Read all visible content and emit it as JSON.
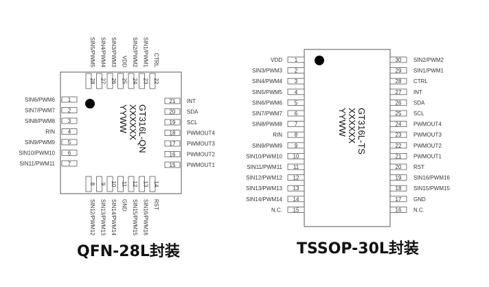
{
  "qfn": {
    "caption": "QFN-28L封装",
    "marking": [
      "GT316L-QN",
      "XXXXXX",
      "YYWW"
    ],
    "left_pins": [
      {
        "num": "1",
        "label": "SIN6/PWM6"
      },
      {
        "num": "2",
        "label": "SIN7/PWM7"
      },
      {
        "num": "3",
        "label": "SIN8/PWM8"
      },
      {
        "num": "4",
        "label": "RIN"
      },
      {
        "num": "5",
        "label": "SIN9/PWM9"
      },
      {
        "num": "6",
        "label": "SIN10/PWM10"
      },
      {
        "num": "7",
        "label": "SIN11/PWM11"
      }
    ],
    "bottom_pins": [
      {
        "num": "8",
        "label": "SIN12/PWM12"
      },
      {
        "num": "9",
        "label": "SIN13/PWM13"
      },
      {
        "num": "10",
        "label": "SIN14/PWM14"
      },
      {
        "num": "11",
        "label": "GND"
      },
      {
        "num": "12",
        "label": "SIN15/PWM15"
      },
      {
        "num": "13",
        "label": "SIN16/PWM16"
      },
      {
        "num": "14",
        "label": "RST"
      }
    ],
    "right_pins": [
      {
        "num": "21",
        "label": "INT"
      },
      {
        "num": "20",
        "label": "SDA"
      },
      {
        "num": "19",
        "label": "SCL"
      },
      {
        "num": "18",
        "label": "PWMOUT4"
      },
      {
        "num": "17",
        "label": "PWMOUT3"
      },
      {
        "num": "16",
        "label": "PWMOUT2"
      },
      {
        "num": "15",
        "label": "PWMOUT1"
      }
    ],
    "top_pins": [
      {
        "num": "28",
        "label": "SIN5/PWM5"
      },
      {
        "num": "27",
        "label": "SIN4/PWM4"
      },
      {
        "num": "26",
        "label": "SIN3/PWM3"
      },
      {
        "num": "25",
        "label": "VDD"
      },
      {
        "num": "24",
        "label": "SIN2/PWM2"
      },
      {
        "num": "23",
        "label": "SIN1/PWM1"
      },
      {
        "num": "22",
        "label": "CTRL"
      }
    ]
  },
  "tssop": {
    "caption": "TSSOP-30L封装",
    "marking": [
      "GT316L-TS",
      "XXXXXX",
      "YYWW"
    ],
    "left_pins": [
      {
        "num": "1",
        "label": "VDD"
      },
      {
        "num": "2",
        "label": "SIN3/PWM3"
      },
      {
        "num": "3",
        "label": "SIN4/PWM4"
      },
      {
        "num": "4",
        "label": "SIN5/PWM5"
      },
      {
        "num": "5",
        "label": "SIN6/PWM6"
      },
      {
        "num": "6",
        "label": "SIN7/PWM7"
      },
      {
        "num": "7",
        "label": "SIN8/PWM8"
      },
      {
        "num": "8",
        "label": "RIN"
      },
      {
        "num": "9",
        "label": "SIN9/PWM9"
      },
      {
        "num": "10",
        "label": "SIN10/PWM10"
      },
      {
        "num": "11",
        "label": "SIN11/PWM11"
      },
      {
        "num": "12",
        "label": "SIN12/PWM12"
      },
      {
        "num": "13",
        "label": "SIN13/PWM13"
      },
      {
        "num": "14",
        "label": "SIN14/PWM14"
      },
      {
        "num": "15",
        "label": "N.C."
      }
    ],
    "right_pins": [
      {
        "num": "30",
        "label": "SIN2/PWM2"
      },
      {
        "num": "29",
        "label": "SIN1/PWM1"
      },
      {
        "num": "28",
        "label": "CTRL"
      },
      {
        "num": "27",
        "label": "INT"
      },
      {
        "num": "26",
        "label": "SDA"
      },
      {
        "num": "25",
        "label": "SCL"
      },
      {
        "num": "24",
        "label": "PWMOUT4"
      },
      {
        "num": "23",
        "label": "PWMOUT3"
      },
      {
        "num": "22",
        "label": "PWMOUT2"
      },
      {
        "num": "21",
        "label": "PWMOUT1"
      },
      {
        "num": "20",
        "label": "RST"
      },
      {
        "num": "19",
        "label": "SIN16/PWM16"
      },
      {
        "num": "18",
        "label": "SIN15/PWM15"
      },
      {
        "num": "17",
        "label": "GND"
      },
      {
        "num": "16",
        "label": "N.C."
      }
    ]
  }
}
